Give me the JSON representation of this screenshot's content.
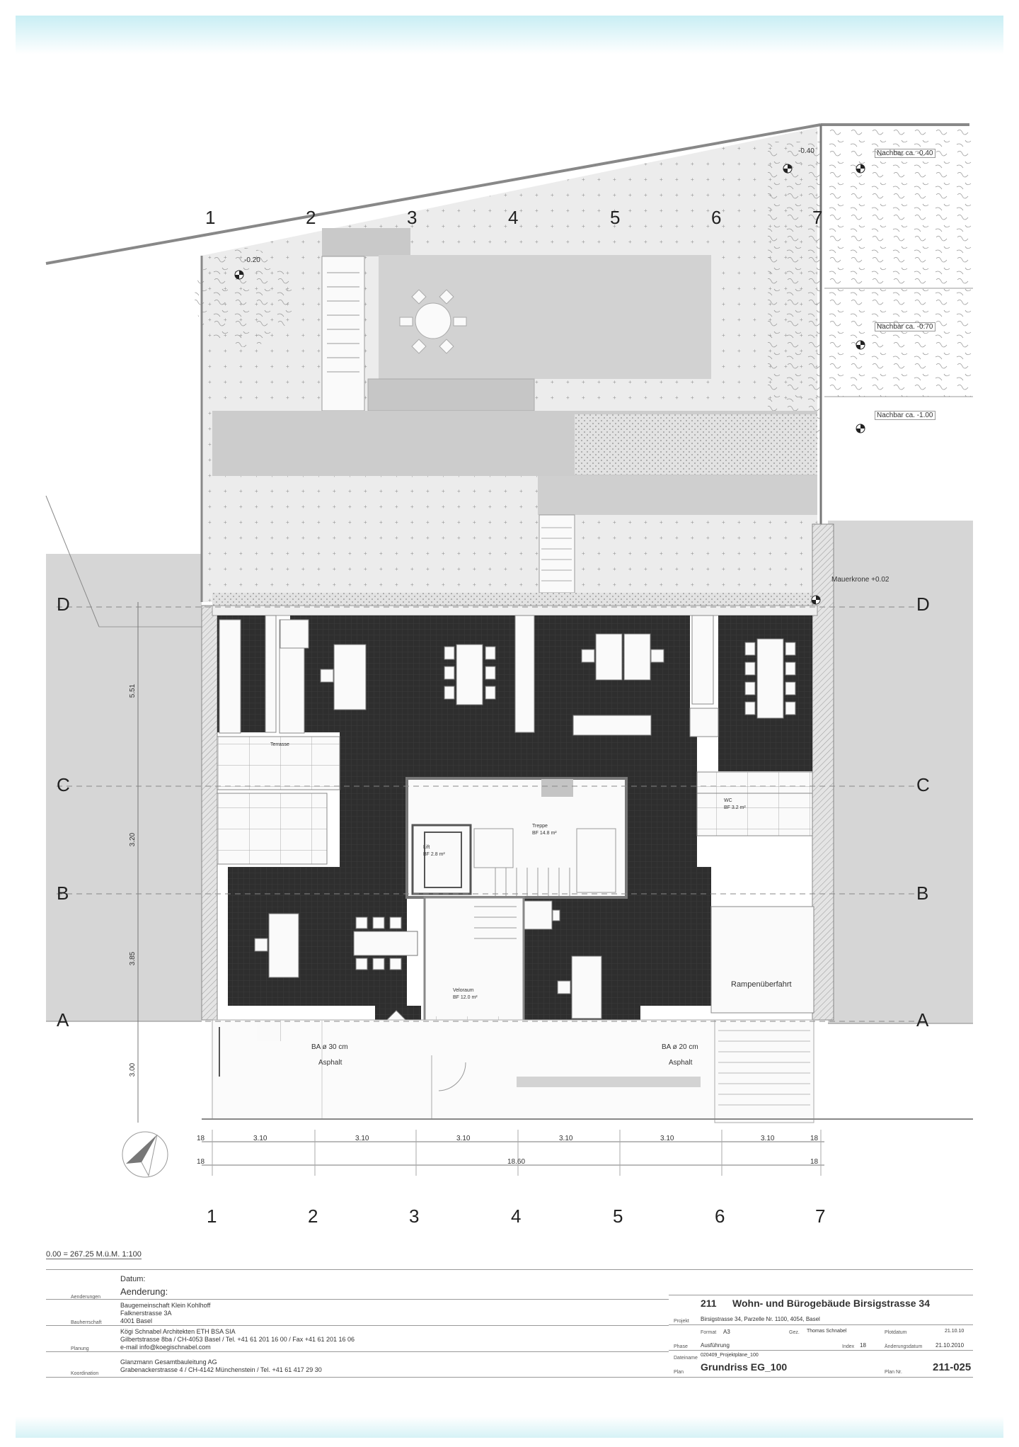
{
  "drawing": {
    "grid_columns": [
      "1",
      "2",
      "3",
      "4",
      "5",
      "6",
      "7"
    ],
    "grid_rows": [
      "D",
      "C",
      "B",
      "A"
    ],
    "left_dimensions": [
      "5.51",
      "3.20",
      "3.85",
      "3.00"
    ],
    "bottom_dimensions": {
      "row1": [
        "18",
        "3.10",
        "3.10",
        "3.10",
        "3.10",
        "3.10",
        "3.10",
        "18"
      ],
      "row2": [
        "18",
        "18.60",
        "18"
      ]
    },
    "elevations": {
      "garden": "-0.20",
      "top_right": "-0.40",
      "neighbor_1": "Nachbar ca. -0.40",
      "neighbor_2": "Nachbar ca. -0.70",
      "neighbor_3": "Nachbar ca. -1.00",
      "wall_crown": "Mauerkrone +0.02"
    },
    "annotations": {
      "ramp": "Rampenüberfahrt",
      "asphalt_left": "Asphalt",
      "asphalt_right": "Asphalt",
      "drain_left": "BA ø 30 cm",
      "drain_right": "BA ø 20 cm",
      "stair_room": "Treppe",
      "stair_area": "BF 14.8 m²",
      "lift": "Lift",
      "lift_area": "BF 2.8 m²",
      "bike_room": "Veloraum",
      "bike_area": "BF 12.0 m²",
      "terrace_label": "Terrasse",
      "toilet_label": "WC",
      "wc_area": "BF 3.2 m²"
    },
    "scale_note": "0.00 = 267.25 M.ü.M. 1:100"
  },
  "title_block": {
    "left": {
      "header_date": "Datum:",
      "header_change": "Aenderung:",
      "rows": [
        {
          "role": "Aenderungen",
          "lines": []
        },
        {
          "role": "Bauherrschaft",
          "lines": [
            "Baugemeinschaft Klein Kohlhoff",
            "Falknerstrasse 3A",
            "4001 Basel"
          ]
        },
        {
          "role": "Planung",
          "lines": [
            "Kögi Schnabel Architekten ETH BSA SIA",
            "Gilbertstrasse 8ba / CH-4053 Basel / Tel. +41 61 201 16 00 / Fax +41 61 201 16 06",
            "e-mail info@koegischnabel.com"
          ]
        },
        {
          "role": "Koordination",
          "lines": [
            "Glanzmann Gesamtbauleitung AG",
            "Grabenackerstrasse 4 / CH-4142 Münchenstein / Tel. +41 61 417 29 30"
          ]
        }
      ]
    },
    "right": {
      "project_no": "211",
      "project_title": "Wohn- und Bürogebäude Birsigstrasse 34",
      "project_address": "Birsigstrasse 34, Parzelle Nr. 1100, 4054, Basel",
      "project_label": "Projekt",
      "format_label": "Format",
      "format_value": "A3",
      "drawn_label": "Gez.",
      "drawn_value": "Thomas Schnabel",
      "plotdate_label": "Plotdatum",
      "plotdate_value": "21.10.10",
      "phase_label": "Phase",
      "phase_value": "Ausführung",
      "index_label": "Index",
      "index_value": "18",
      "date_label": "Änderungsdatum",
      "date_value": "21.10.2010",
      "file_label": "Dateiname",
      "file_value": "020409_Projektpläne_100",
      "plan_label": "Plan",
      "plan_value": "Grundriss EG_100",
      "planno_label": "Plan Nr.",
      "planno_value": "211-025"
    }
  },
  "colors": {
    "dark_floor": "#2d2d2d",
    "garden": "#e6e6e6",
    "deck": "#cfcfcf",
    "neighbor": "#d4d4d4",
    "scan_tint": "#c8eef4"
  }
}
